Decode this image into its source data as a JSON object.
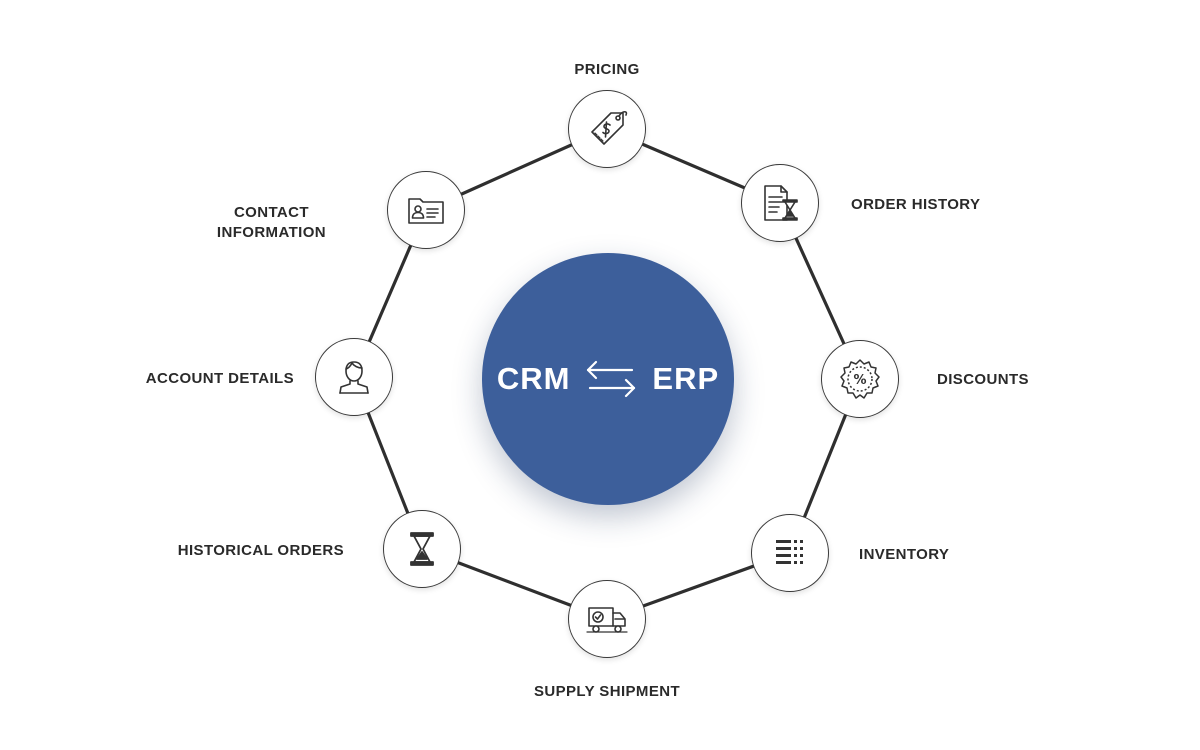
{
  "hub": {
    "left_label": "CRM",
    "right_label": "ERP",
    "arrows_icon": "swap-arrows-icon",
    "color": "#3d5f9b"
  },
  "ring_color": "#2f2f2f",
  "nodes": [
    {
      "key": "pricing",
      "label": "PRICING",
      "icon": "price-tag-icon"
    },
    {
      "key": "order-history",
      "label": "ORDER HISTORY",
      "icon": "document-hourglass-icon"
    },
    {
      "key": "discounts",
      "label": "DISCOUNTS",
      "icon": "percent-badge-icon"
    },
    {
      "key": "inventory",
      "label": "INVENTORY",
      "icon": "list-icon"
    },
    {
      "key": "supply-shipment",
      "label": "SUPPLY SHIPMENT",
      "icon": "delivery-truck-icon"
    },
    {
      "key": "historical-orders",
      "label": "HISTORICAL ORDERS",
      "icon": "hourglass-icon"
    },
    {
      "key": "account-details",
      "label": "ACCOUNT DETAILS",
      "icon": "user-icon"
    },
    {
      "key": "contact-information",
      "label": [
        "CONTACT",
        "INFORMATION"
      ],
      "icon": "contact-card-icon"
    }
  ]
}
